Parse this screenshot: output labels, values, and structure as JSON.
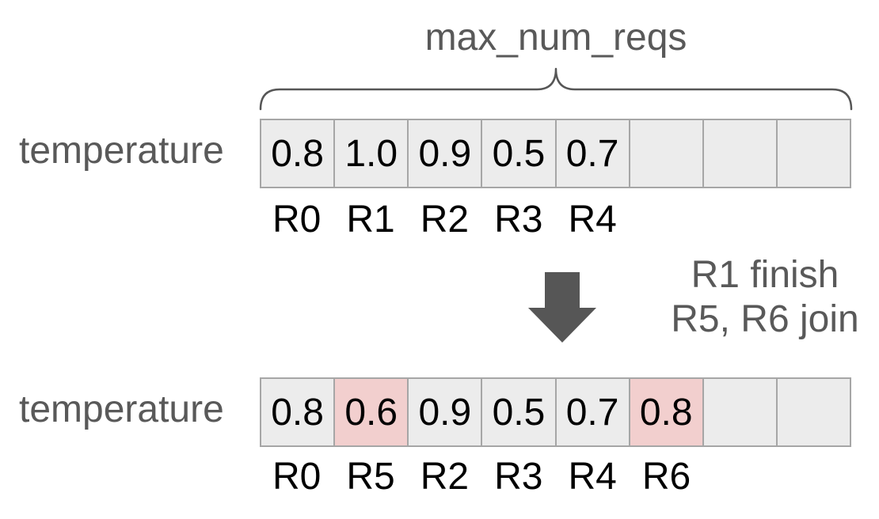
{
  "colors": {
    "background": "#ffffff",
    "cell_fill": "#ececec",
    "cell_highlight": "#f2cfce",
    "cell_border": "#a6a6a6",
    "muted_text": "#595959",
    "value_text": "#000000",
    "arrow_fill": "#565656"
  },
  "brace_label": "max_num_reqs",
  "top_section": {
    "row_label": "temperature",
    "cells": [
      {
        "value": "0.8",
        "highlighted": false
      },
      {
        "value": "1.0",
        "highlighted": false
      },
      {
        "value": "0.9",
        "highlighted": false
      },
      {
        "value": "0.5",
        "highlighted": false
      },
      {
        "value": "0.7",
        "highlighted": false
      },
      {
        "value": "",
        "highlighted": false
      },
      {
        "value": "",
        "highlighted": false
      },
      {
        "value": "",
        "highlighted": false
      }
    ],
    "request_labels": [
      "R0",
      "R1",
      "R2",
      "R3",
      "R4",
      "",
      "",
      ""
    ]
  },
  "transition": {
    "arrow_icon": "down-arrow",
    "lines": [
      "R1 finish",
      "R5, R6 join"
    ]
  },
  "bottom_section": {
    "row_label": "temperature",
    "cells": [
      {
        "value": "0.8",
        "highlighted": false
      },
      {
        "value": "0.6",
        "highlighted": true
      },
      {
        "value": "0.9",
        "highlighted": false
      },
      {
        "value": "0.5",
        "highlighted": false
      },
      {
        "value": "0.7",
        "highlighted": false
      },
      {
        "value": "0.8",
        "highlighted": true
      },
      {
        "value": "",
        "highlighted": false
      },
      {
        "value": "",
        "highlighted": false
      }
    ],
    "request_labels": [
      "R0",
      "R5",
      "R2",
      "R3",
      "R4",
      "R6",
      "",
      ""
    ]
  }
}
